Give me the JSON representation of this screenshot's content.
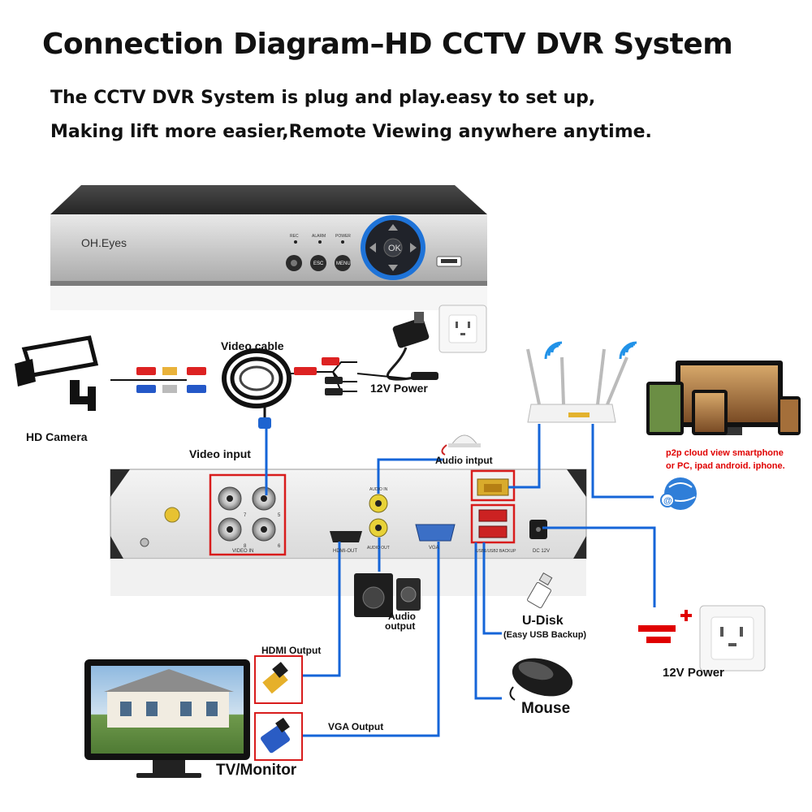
{
  "title": "Connection Diagram–HD CCTV DVR System",
  "subtitle_lines": [
    "The CCTV DVR System is plug and play.easy to set up,",
    "Making lift more easier,Remote Viewing anywhere anytime."
  ],
  "dvr_front": {
    "brand": "OH.Eyes",
    "indicators": [
      "REC",
      "ALARM",
      "POWER"
    ],
    "buttons": [
      "ESC",
      "MENU"
    ],
    "dpad_center": "OK"
  },
  "dvr_back": {
    "port_labels": {
      "video_in": "VIDEO IN",
      "hdmi_out": "HDMI-OUT",
      "audio_in": "AUDIO IN",
      "audio_out": "AUDIO OUT",
      "vga": "VGA",
      "usb": "USB1/USB2 BACKUP",
      "dc": "DC 12V",
      "channel_numbers": [
        "7",
        "5",
        "8",
        "6"
      ]
    }
  },
  "labels": {
    "video_cable": "Video cable",
    "power_12v_top": "12V Power",
    "hd_camera": "HD Camera",
    "video_input": "Video input",
    "audio_input": "Audio intput",
    "cloud_line1": "p2p cloud view smartphone",
    "cloud_line2": "or PC, ipad android. iphone.",
    "audio_output_line1": "Audio",
    "audio_output_line2": "output",
    "udisk": "U-Disk",
    "udisk_sub": "(Easy USB Backup)",
    "power_12v_right": "12V Power",
    "hdmi_output": "HDMI Output",
    "vga_output": "VGA Output",
    "mouse": "Mouse",
    "tv_monitor": "TV/Monitor"
  },
  "colors": {
    "connection_line": "#1565d8",
    "highlight_box": "#d81c1c",
    "cloud_text": "#e00000"
  }
}
